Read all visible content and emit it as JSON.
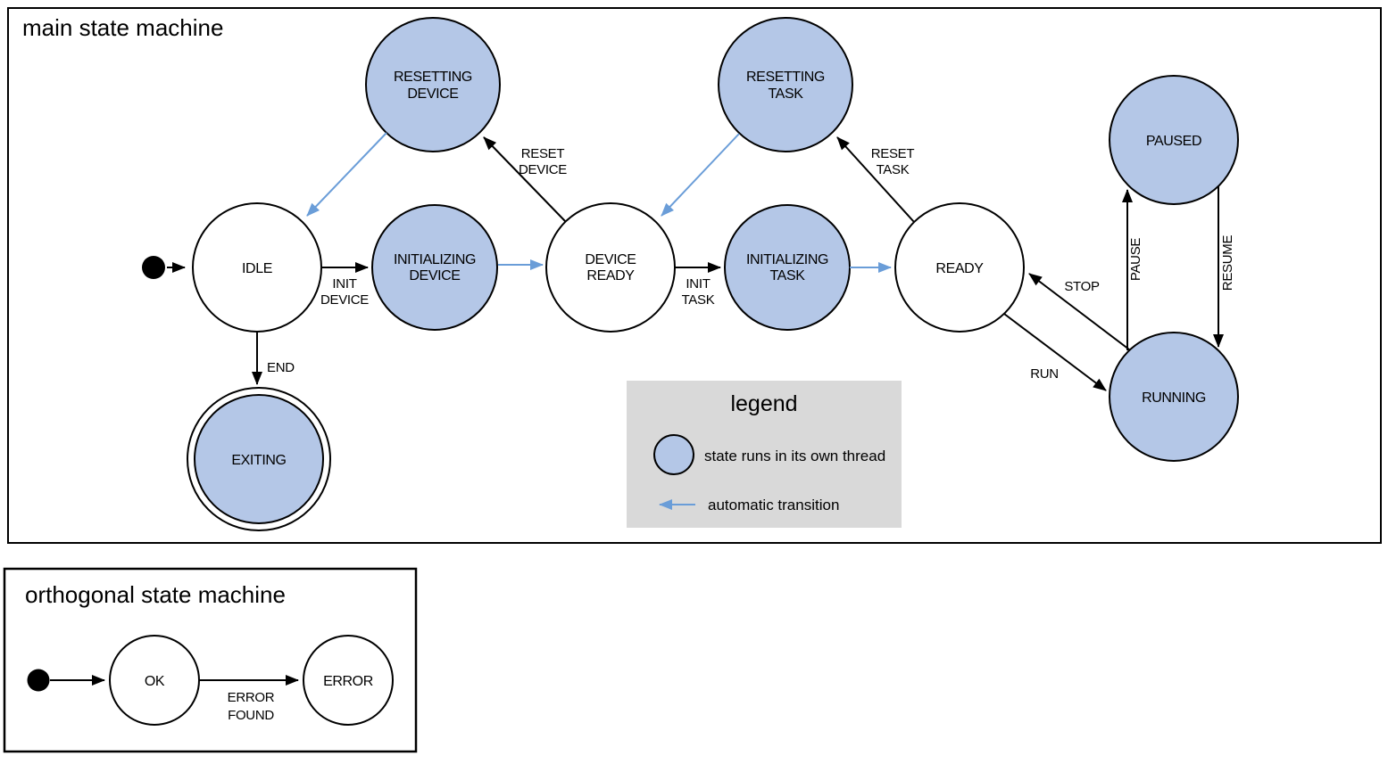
{
  "colors": {
    "threaded_state_fill": "#b4c7e7",
    "automatic_transition_blue": "#6a9dd8",
    "legend_background": "#d9d9d9"
  },
  "main": {
    "title": "main state machine",
    "states": {
      "resetting_device": {
        "line1": "RESETTING",
        "line2": "DEVICE"
      },
      "resetting_task": {
        "line1": "RESETTING",
        "line2": "TASK"
      },
      "idle": {
        "label": "IDLE"
      },
      "initializing_device": {
        "line1": "INITIALIZING",
        "line2": "DEVICE"
      },
      "device_ready": {
        "line1": "DEVICE",
        "line2": "READY"
      },
      "initializing_task": {
        "line1": "INITIALIZING",
        "line2": "TASK"
      },
      "ready": {
        "label": "READY"
      },
      "paused": {
        "label": "PAUSED"
      },
      "running": {
        "label": "RUNNING"
      },
      "exiting": {
        "label": "EXITING"
      }
    },
    "transitions": {
      "init_device": {
        "line1": "INIT",
        "line2": "DEVICE"
      },
      "reset_device": {
        "line1": "RESET",
        "line2": "DEVICE"
      },
      "init_task": {
        "line1": "INIT",
        "line2": "TASK"
      },
      "reset_task": {
        "line1": "RESET",
        "line2": "TASK"
      },
      "end": {
        "label": "END"
      },
      "run": {
        "label": "RUN"
      },
      "stop": {
        "label": "STOP"
      },
      "pause": {
        "label": "PAUSE"
      },
      "resume": {
        "label": "RESUME"
      }
    }
  },
  "legend": {
    "title": "legend",
    "thread_item": "state runs in its own thread",
    "auto_item": "automatic transition"
  },
  "orthogonal": {
    "title": "orthogonal state machine",
    "states": {
      "ok": {
        "label": "OK"
      },
      "error": {
        "label": "ERROR"
      }
    },
    "transitions": {
      "error_found": {
        "line1": "ERROR",
        "line2": "FOUND"
      }
    }
  }
}
